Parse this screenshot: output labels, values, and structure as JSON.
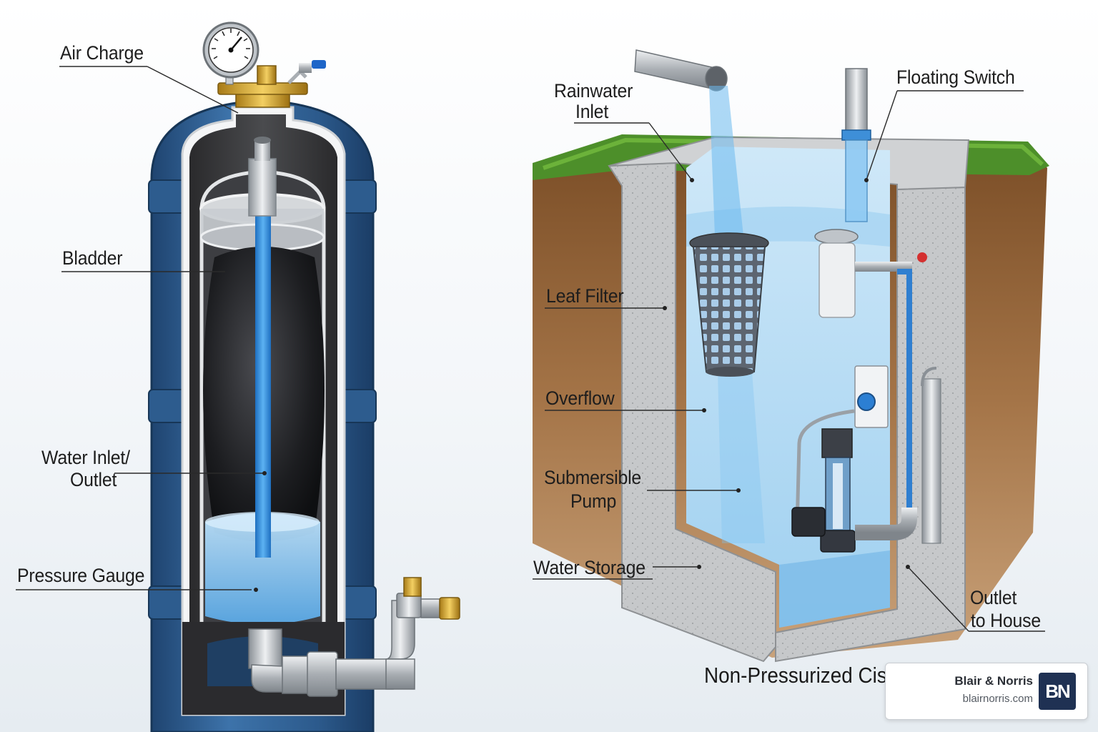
{
  "left_diagram": {
    "labels": {
      "air_charge": "Air Charge",
      "bladder": "Bladder",
      "water_inlet_line1": "Water Inlet/",
      "water_inlet_line2": "Outlet",
      "pressure_gauge": "Pressure Gauge"
    }
  },
  "right_diagram": {
    "labels": {
      "rainwater_line1": "Rainwater",
      "rainwater_line2": "Inlet",
      "floating_switch": "Floating Switch",
      "leaf_filter": "Leaf Filter",
      "overflow": "Overflow",
      "pump_line1": "Submersible",
      "pump_line2": "Pump",
      "water_storage": "Water Storage",
      "outlet_line1": "Outlet",
      "outlet_line2": "to House"
    },
    "caption": "Non-Pressurized Cis"
  },
  "brand": {
    "name": "Blair & Norris",
    "url": "blairnorris.com",
    "logo_text": "BN"
  },
  "colors": {
    "tank_blue": "#2f5f91",
    "water_blue": "#5aa9e6",
    "soil_brown": "#8a5a2e",
    "grass_green": "#4d8f2a",
    "concrete": "#c3c5c7",
    "brand_navy": "#1f3153"
  }
}
